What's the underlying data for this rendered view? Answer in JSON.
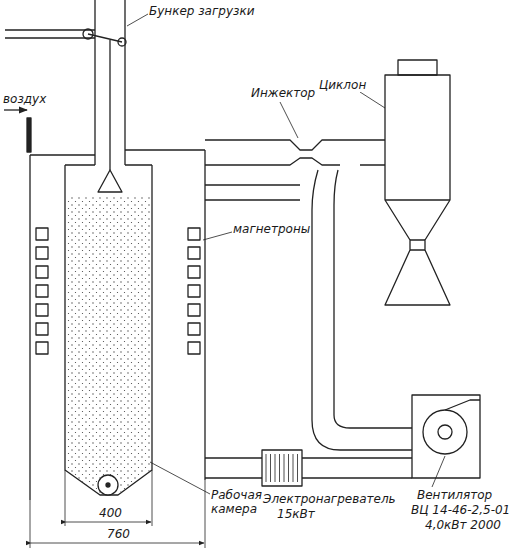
{
  "diagram": {
    "labels": [
      "Бункер загрузки",
      "Инжектор",
      "Циклон",
      "воздух",
      "магнетроны",
      "Рабочая камера",
      "Электронагреватель",
      "15кВт",
      "Вентилятор",
      "ВЦ 14-46-2,5-01",
      "4,0кВт 2000",
      "400",
      "760"
    ]
  }
}
